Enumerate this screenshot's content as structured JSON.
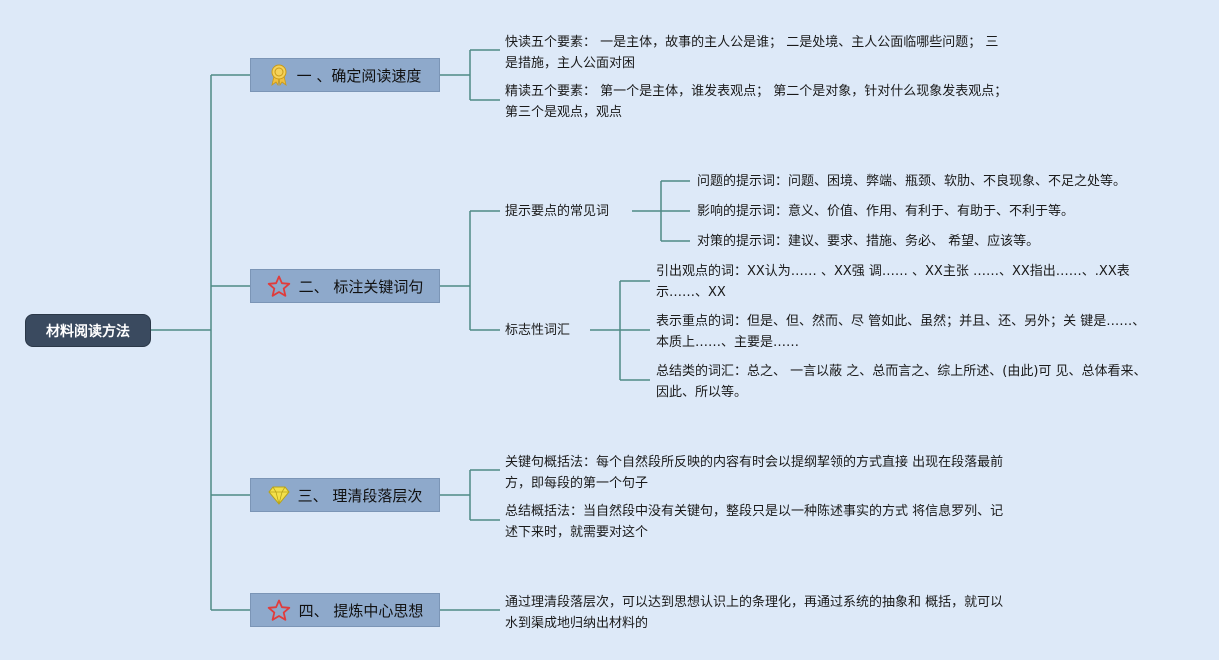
{
  "root": {
    "label": "材料阅读方法"
  },
  "colors": {
    "background": "#dde9f8",
    "root_fill": "#3a4a5f",
    "branch_fill": "#8ea9cb",
    "link": "#4f8a86"
  },
  "branches": [
    {
      "label": "一 、确定阅读速度",
      "icon": "award-ribbon-icon",
      "items": [
        {
          "text": "快读五个要素： 一是主体，故事的主人公是谁； 二是处境、主人公面临哪些问题； 三是措施，主人公面对困"
        },
        {
          "text": "精读五个要素： 第一个是主体，谁发表观点； 第二个是对象，针对什么现象发表观点； 第三个是观点，观点"
        }
      ]
    },
    {
      "label": "二、 标注关键词句",
      "icon": "star-outline-icon",
      "items": [
        {
          "text": "提示要点的常见词",
          "children": [
            {
              "text": "问题的提示词：问题、困境、弊端、瓶颈、软肋、不良现象、不足之处等。"
            },
            {
              "text": "影响的提示词：意义、价值、作用、有利于、有助于、不利于等。"
            },
            {
              "text": "对策的提示词：建议、要求、措施、务必、 希望、应该等。"
            }
          ]
        },
        {
          "text": "标志性词汇",
          "children": [
            {
              "text": "引出观点的词：XX认为…… 、XX强 调…… 、XX主张 ……、XX指出……、.XX表示……、XX"
            },
            {
              "text": "表示重点的词：但是、但、然而、尽 管如此、虽然；并且、还、另外；关 键是……、本质上……、主要是……"
            },
            {
              "text": "总结类的词汇：总之、 一言以蔽 之、总而言之、综上所述、(由此)可 见、总体看来、因此、所以等。"
            }
          ]
        }
      ]
    },
    {
      "label": "三、 理清段落层次",
      "icon": "diamond-icon",
      "items": [
        {
          "text": "关键句概括法：每个自然段所反映的内容有时会以提纲挈领的方式直接 出现在段落最前方，即每段的第一个句子"
        },
        {
          "text": "总结概括法：当自然段中没有关键句，整段只是以一种陈述事实的方式 将信息罗列、记述下来时，就需要对这个"
        }
      ]
    },
    {
      "label": "四、 提炼中心思想",
      "icon": "star-outline-icon",
      "items": [
        {
          "text": "通过理清段落层次，可以达到思想认识上的条理化，再通过系统的抽象和 概括，就可以水到渠成地归纳出材料的"
        }
      ]
    }
  ]
}
